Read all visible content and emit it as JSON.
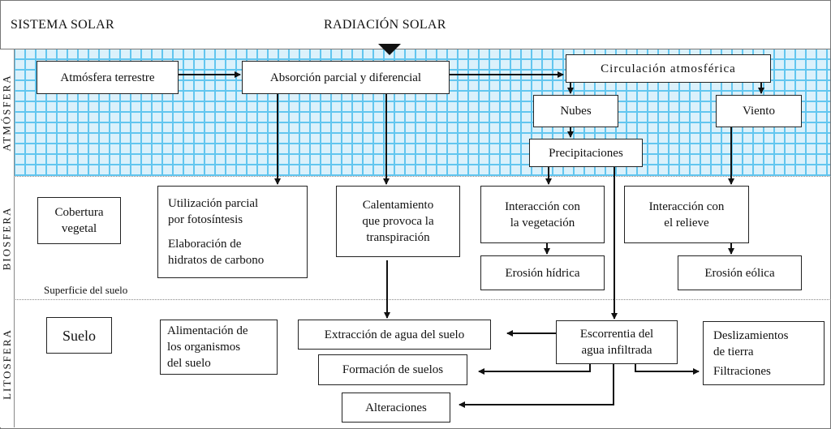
{
  "header": {
    "left_title": "SISTEMA SOLAR",
    "center_title": "RADIACIÓN  SOLAR"
  },
  "layers": [
    {
      "id": "atmosfera",
      "label": "ATMÓSFERA",
      "color": "#62c6ef"
    },
    {
      "id": "biosfera",
      "label": "BIOSFERA",
      "color": "#b9d58f"
    },
    {
      "id": "litosfera",
      "label": "LITOSFERA",
      "color": "#d9bfa4"
    }
  ],
  "nodes": {
    "atmosfera_terrestre": "Atmósfera terrestre",
    "absorcion": "Absorción parcial y diferencial",
    "circulacion": "Circulación  atmosférica",
    "nubes": "Nubes",
    "viento": "Viento",
    "precipitaciones": "Precipitaciones",
    "cobertura": [
      "Cobertura",
      "vegetal"
    ],
    "utilizacion": [
      "Utilización parcial",
      "por fotosíntesis"
    ],
    "elaboracion": [
      "Elaboración de",
      "hidratos de carbono"
    ],
    "calentamiento": [
      "Calentamiento",
      "que provoca la",
      "transpiración"
    ],
    "interaccion_veg": [
      "Interacción con",
      "la vegetación"
    ],
    "erosion_hidrica": "Erosión hídrica",
    "interaccion_rel": [
      "Interacción con",
      "el relieve"
    ],
    "erosion_eolica": "Erosión eólica",
    "suelo": "Suelo",
    "alimentacion": [
      "Alimentación de",
      "los organismos",
      "del suelo"
    ],
    "extraccion": "Extracción de  agua del suelo",
    "formacion": "Formación de suelos",
    "alteraciones": "Alteraciones",
    "escorrentia": [
      "Escorrentia del",
      "agua infiltrada"
    ],
    "deslizamientos": [
      "Deslizamientos",
      "de tierra"
    ],
    "filtraciones": "Filtraciones"
  },
  "notes": {
    "superficie": "Superficie del suelo"
  }
}
